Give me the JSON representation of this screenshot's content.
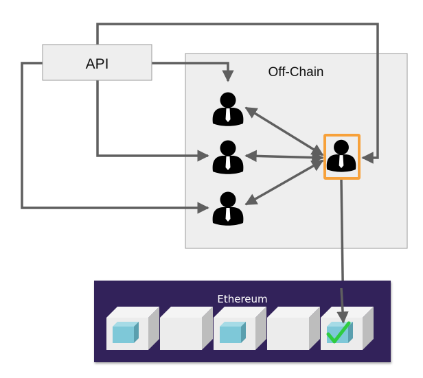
{
  "diagram": {
    "api_label": "API",
    "offchain_label": "Off-Chain",
    "ethereum_label": "Ethereum",
    "nodes": [
      {
        "id": "agent-1",
        "icon": "person-icon"
      },
      {
        "id": "agent-2",
        "icon": "person-icon"
      },
      {
        "id": "agent-3",
        "icon": "person-icon"
      },
      {
        "id": "aggregator",
        "icon": "person-icon",
        "highlighted": true
      }
    ],
    "blocks": [
      {
        "has_tx": true,
        "verified": false
      },
      {
        "has_tx": false,
        "verified": false
      },
      {
        "has_tx": true,
        "verified": false
      },
      {
        "has_tx": false,
        "verified": false
      },
      {
        "has_tx": true,
        "verified": true
      }
    ],
    "colors": {
      "line": "#5f5f5f",
      "offchain_fill": "#eeeeee",
      "api_fill": "#eeeeee",
      "highlight": "#f7a13a",
      "ethereum_fill": "#33245a",
      "tx_cube": "#7ec8d8",
      "check": "#2ecc40"
    }
  }
}
